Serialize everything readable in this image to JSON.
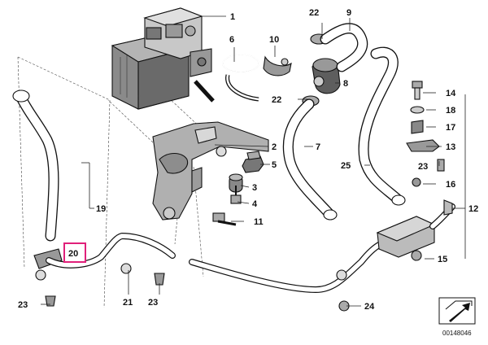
{
  "diagram": {
    "catalog_number": "00148046",
    "highlight_color": "#e0207a",
    "highlighted_callout": "20",
    "callouts": {
      "c1": "1",
      "c2": "2",
      "c3": "3",
      "c4": "4",
      "c5": "5",
      "c6": "6",
      "c7": "7",
      "c8": "8",
      "c9": "9",
      "c10": "10",
      "c11": "11",
      "c12": "12",
      "c13": "13",
      "c14": "14",
      "c15": "15",
      "c16": "16",
      "c17": "17",
      "c18": "18",
      "c19": "19",
      "c20": "20",
      "c21": "21",
      "c22a": "22",
      "c22b": "22",
      "c23a": "23",
      "c23b": "23",
      "c23c": "23",
      "c24": "24",
      "c25": "25"
    }
  }
}
